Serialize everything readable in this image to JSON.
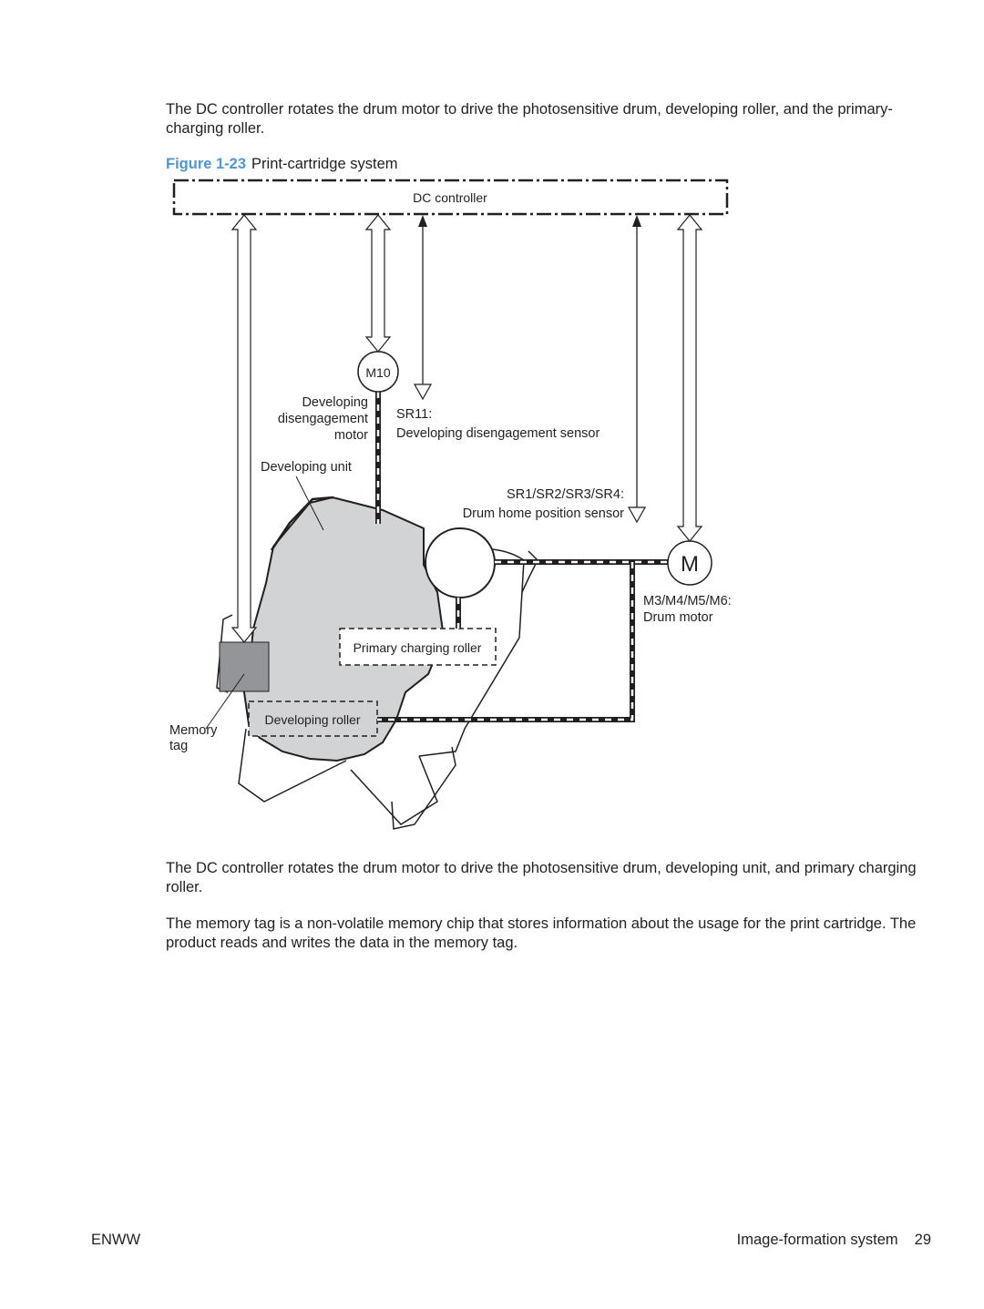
{
  "paragraphs": {
    "intro": "The DC controller rotates the drum motor to drive the photosensitive drum, developing roller, and the primary-charging roller.",
    "after_1": "The DC controller rotates the drum motor to drive the photosensitive drum, developing unit, and primary charging roller.",
    "after_2": "The memory tag is a non-volatile memory chip that stores information about the usage for the print cartridge. The product reads and writes the data in the memory tag."
  },
  "figure": {
    "label": "Figure 1-23",
    "title": "Print-cartridge system",
    "labels": {
      "dc_controller": "DC controller",
      "m10": "M10",
      "dev_motor_1": "Developing",
      "dev_motor_2": "disengagement",
      "dev_motor_3": "motor",
      "sr11_1": "SR11:",
      "sr11_2": "Developing disengagement sensor",
      "developing_unit": "Developing unit",
      "sr1_1": "SR1/SR2/SR3/SR4:",
      "sr1_2": "Drum home position sensor",
      "drum_motor_symbol": "M",
      "drum_motor_1": "M3/M4/M5/M6:",
      "drum_motor_2": "Drum motor",
      "primary_charging_roller": "Primary charging roller",
      "developing_roller": "Developing roller",
      "memory_tag_1": "Memory",
      "memory_tag_2": "tag"
    },
    "colors": {
      "figure_label": "#4f97d1",
      "developing_unit_fill": "#d1d3d4",
      "memory_tag_fill": "#939598"
    }
  },
  "footer": {
    "left": "ENWW",
    "section": "Image-formation system",
    "page_number": "29"
  }
}
